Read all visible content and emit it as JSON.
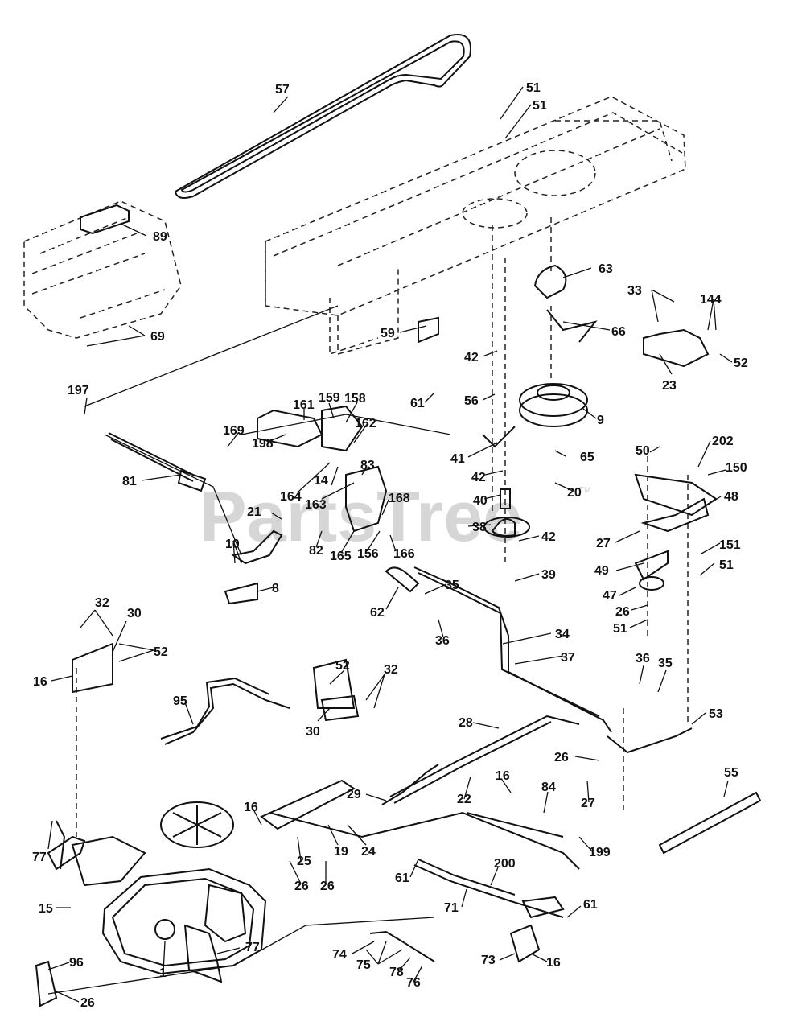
{
  "watermark": "PartsTree",
  "watermark_tm": "TM",
  "parts": [
    {
      "label": "57"
    },
    {
      "label": "51"
    },
    {
      "label": "51"
    },
    {
      "label": "89"
    },
    {
      "label": "69"
    },
    {
      "label": "63"
    },
    {
      "label": "66"
    },
    {
      "label": "33"
    },
    {
      "label": "144"
    },
    {
      "label": "52"
    },
    {
      "label": "23"
    },
    {
      "label": "59"
    },
    {
      "label": "42"
    },
    {
      "label": "56"
    },
    {
      "label": "61"
    },
    {
      "label": "9"
    },
    {
      "label": "197"
    },
    {
      "label": "161"
    },
    {
      "label": "159"
    },
    {
      "label": "158"
    },
    {
      "label": "162"
    },
    {
      "label": "198"
    },
    {
      "label": "169"
    },
    {
      "label": "41"
    },
    {
      "label": "65"
    },
    {
      "label": "50"
    },
    {
      "label": "202"
    },
    {
      "label": "150"
    },
    {
      "label": "164"
    },
    {
      "label": "14"
    },
    {
      "label": "83"
    },
    {
      "label": "42"
    },
    {
      "label": "20"
    },
    {
      "label": "81"
    },
    {
      "label": "48"
    },
    {
      "label": "163"
    },
    {
      "label": "168"
    },
    {
      "label": "40"
    },
    {
      "label": "21"
    },
    {
      "label": "38"
    },
    {
      "label": "42"
    },
    {
      "label": "27"
    },
    {
      "label": "151"
    },
    {
      "label": "51"
    },
    {
      "label": "10"
    },
    {
      "label": "82"
    },
    {
      "label": "165"
    },
    {
      "label": "156"
    },
    {
      "label": "166"
    },
    {
      "label": "35"
    },
    {
      "label": "39"
    },
    {
      "label": "49"
    },
    {
      "label": "8"
    },
    {
      "label": "62"
    },
    {
      "label": "47"
    },
    {
      "label": "26"
    },
    {
      "label": "51"
    },
    {
      "label": "36"
    },
    {
      "label": "34"
    },
    {
      "label": "32"
    },
    {
      "label": "30"
    },
    {
      "label": "52"
    },
    {
      "label": "37"
    },
    {
      "label": "16"
    },
    {
      "label": "52"
    },
    {
      "label": "32"
    },
    {
      "label": "36"
    },
    {
      "label": "35"
    },
    {
      "label": "95"
    },
    {
      "label": "30"
    },
    {
      "label": "28"
    },
    {
      "label": "53"
    },
    {
      "label": "26"
    },
    {
      "label": "55"
    },
    {
      "label": "16"
    },
    {
      "label": "84"
    },
    {
      "label": "29"
    },
    {
      "label": "22"
    },
    {
      "label": "27"
    },
    {
      "label": "16"
    },
    {
      "label": "77"
    },
    {
      "label": "25"
    },
    {
      "label": "19"
    },
    {
      "label": "24"
    },
    {
      "label": "199"
    },
    {
      "label": "26"
    },
    {
      "label": "26"
    },
    {
      "label": "61"
    },
    {
      "label": "200"
    },
    {
      "label": "15"
    },
    {
      "label": "71"
    },
    {
      "label": "61"
    },
    {
      "label": "77"
    },
    {
      "label": "74"
    },
    {
      "label": "73"
    },
    {
      "label": "16"
    },
    {
      "label": "75"
    },
    {
      "label": "78"
    },
    {
      "label": "96"
    },
    {
      "label": "1"
    },
    {
      "label": "76"
    },
    {
      "label": "26"
    }
  ]
}
